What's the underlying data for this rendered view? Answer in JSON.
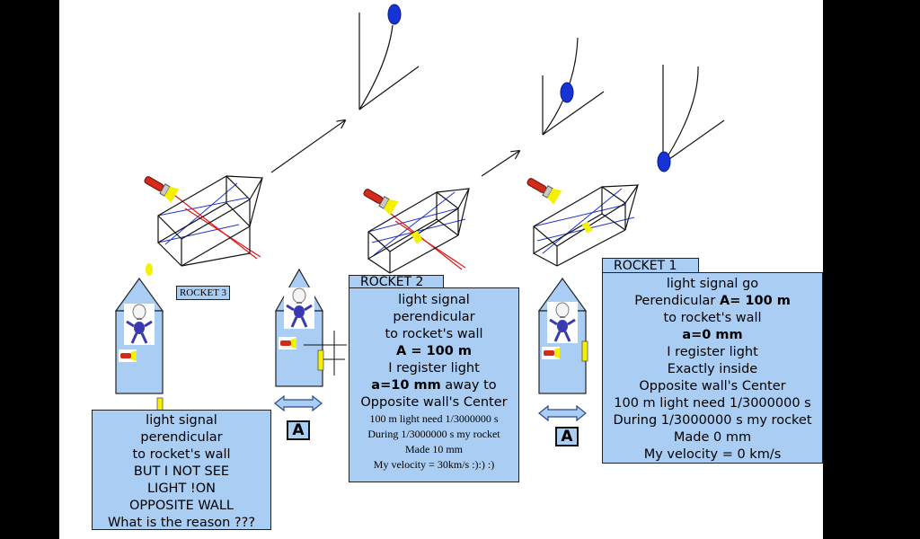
{
  "colors": {
    "box_fill": "#a9cdf3",
    "wire_blue": "#1f35c8",
    "laser_red": "#e01818",
    "signal_yellow": "#f4f000",
    "ball_blue": "#1634d6",
    "background": "#000000",
    "slide": "#ffffff"
  },
  "labels": {
    "rocket3": "ROCKET 3",
    "rocket2": "ROCKET 2",
    "rocket1": "ROCKET 1",
    "a_left": "A",
    "a_right": "A"
  },
  "rocket3_box": {
    "lines": [
      "light signal",
      "perendicular",
      "to rocket's wall",
      "BUT I NOT SEE",
      "LIGHT !ON",
      "OPPOSITE WALL",
      "What is the reason ???"
    ]
  },
  "rocket2_box": {
    "line1": "light signal",
    "line2": "perendicular",
    "line3": "to rocket's wall",
    "line4": "A = 100 m",
    "line5": "I register light",
    "line6_bold": "a=10 mm",
    "line6_rest": " away to",
    "line7": "Opposite  wall's Center",
    "line8": "100 m light need 1/3000000 s",
    "line9": "During 1/3000000 s my rocket",
    "line10": "Made 10 mm",
    "line11": "My velocity = 30km/s  :):) :)"
  },
  "rocket1_box": {
    "line1": "light signal  go",
    "line2_pre": "Perendicular ",
    "line2_bold": "A= 100 m",
    "line3": "to rocket's wall",
    "line4": "a=0 mm",
    "line5": "I register light",
    "line6": "Exactly inside",
    "line7": "Opposite  wall's Center",
    "line8": "100 m light need 1/3000000 s",
    "line9": "During 1/3000000 s my rocket",
    "line10": "Made 0  mm",
    "line11": "My velocity = 0 km/s"
  },
  "icons": [
    "flashlight-icon",
    "lightbulb-figure-icon",
    "blue-ball-icon",
    "arrow-icon",
    "double-arrow-icon"
  ]
}
